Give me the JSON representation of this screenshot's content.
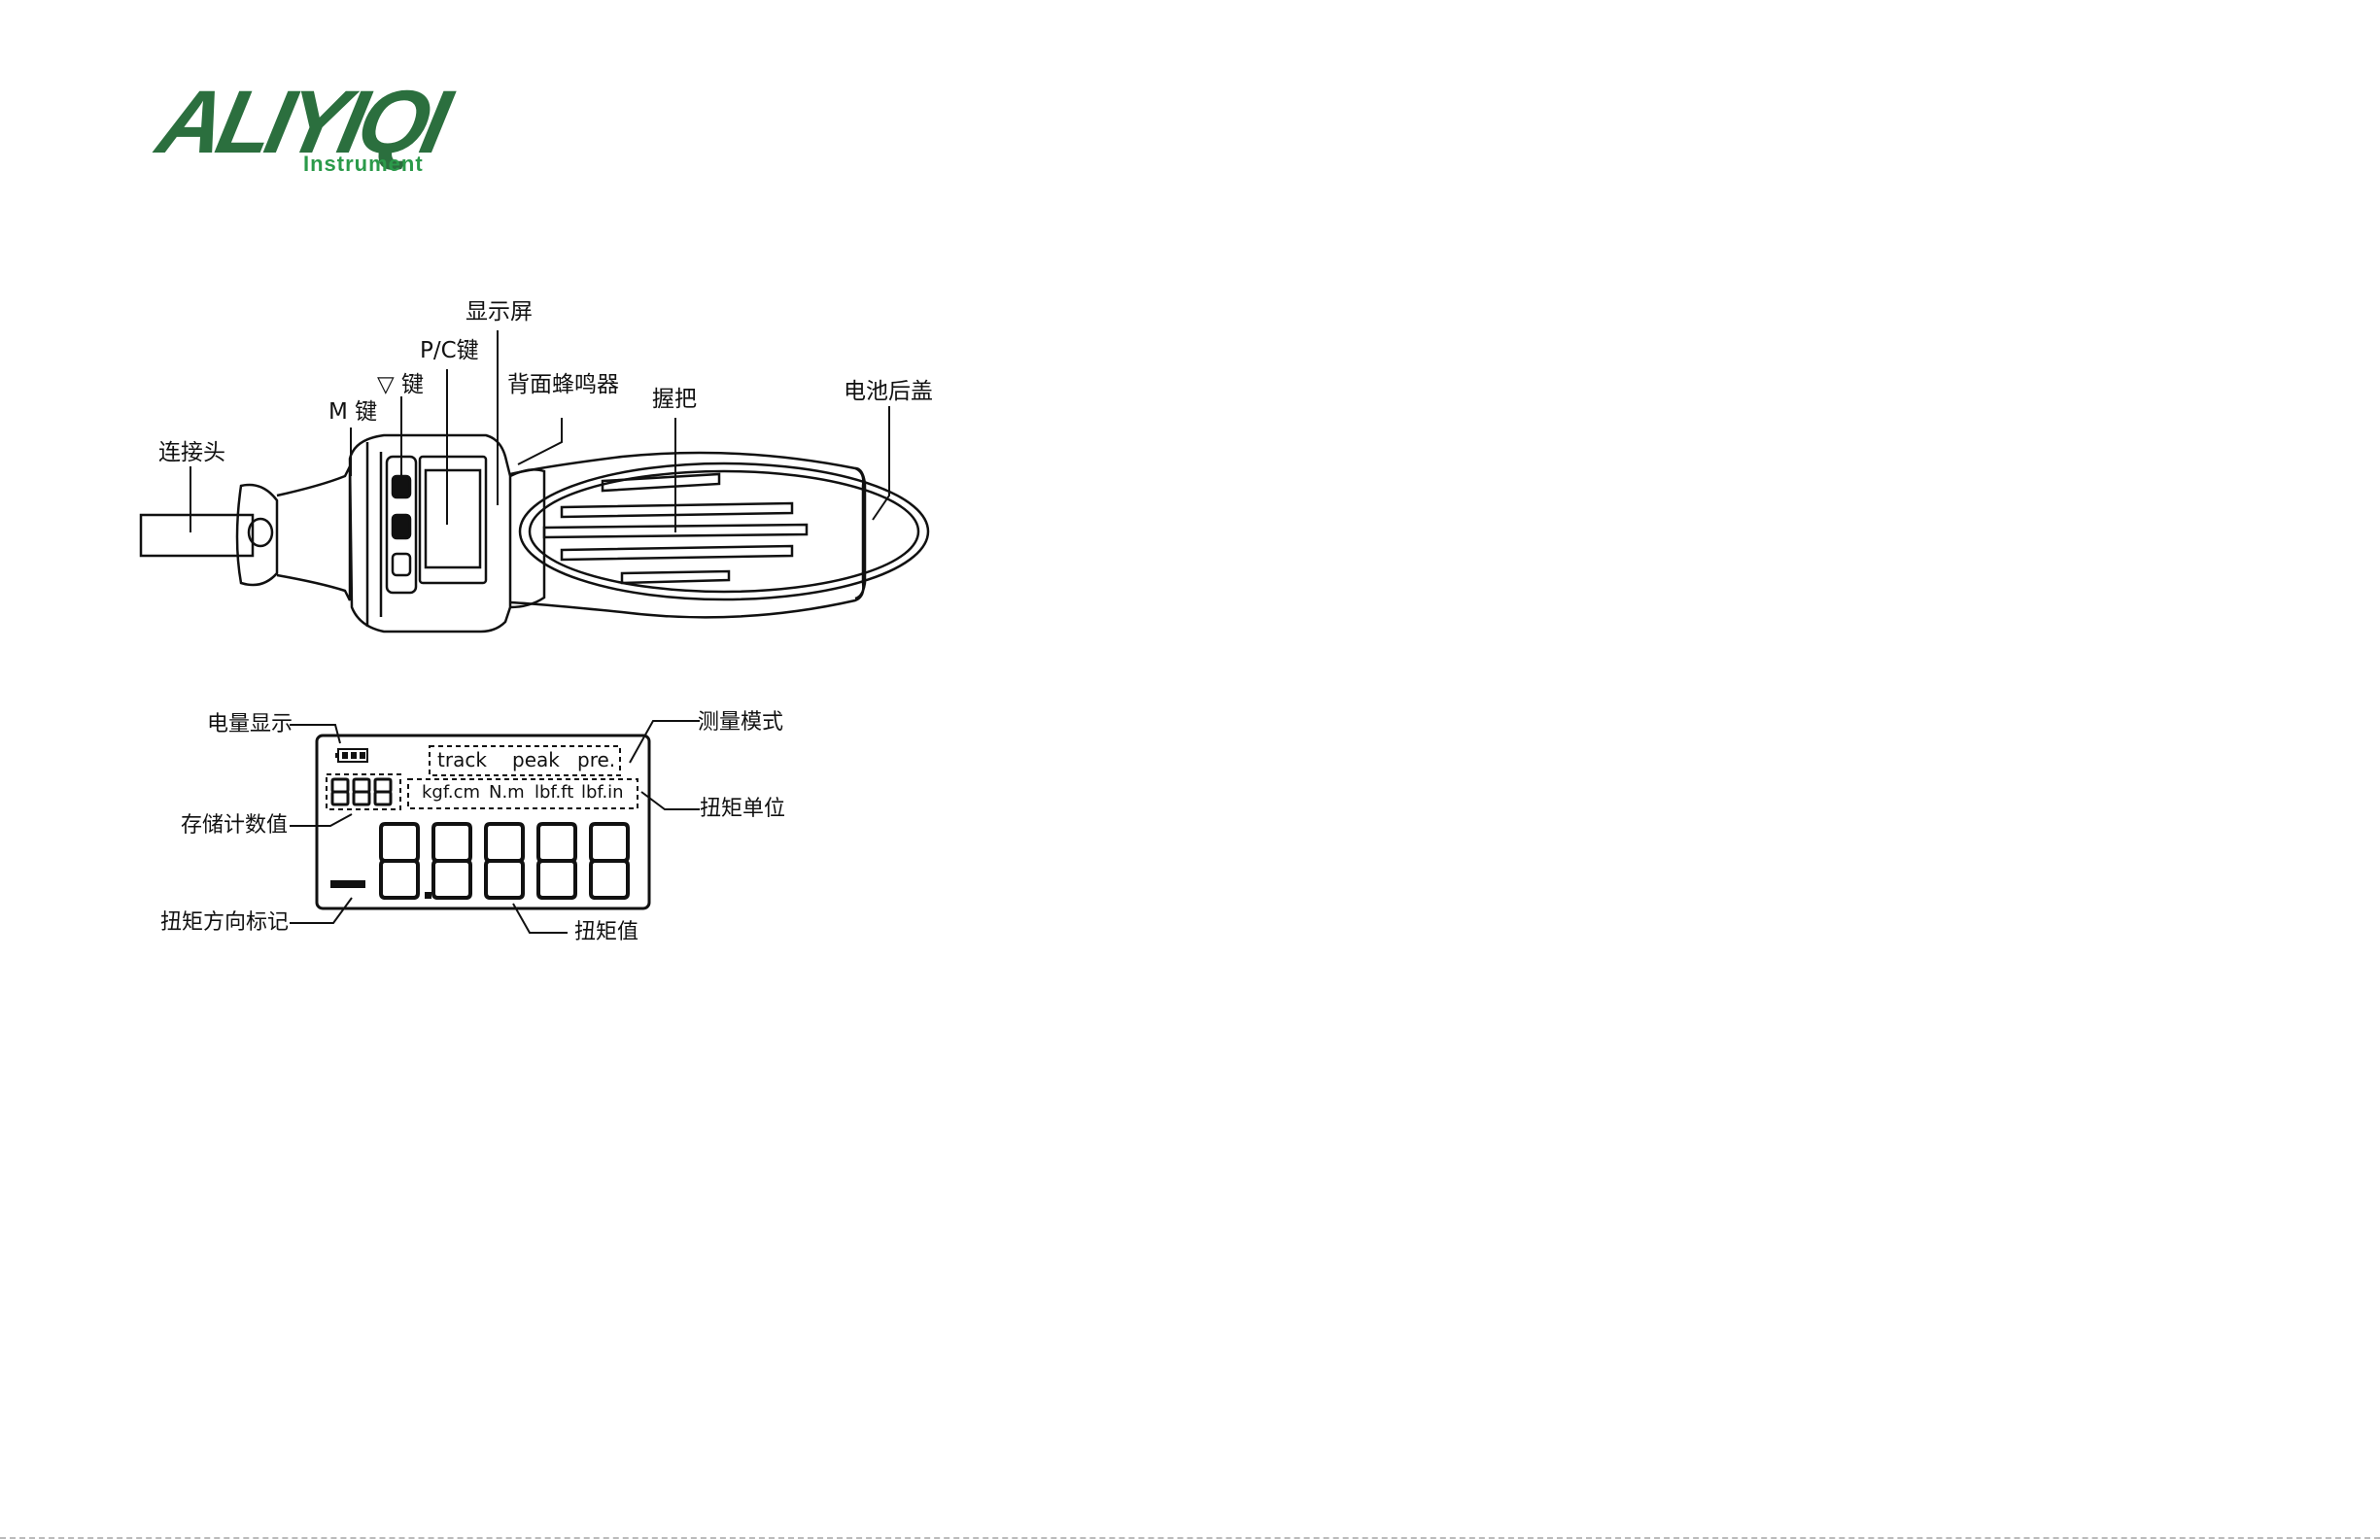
{
  "logo": {
    "brand": "ALIYIQI",
    "sub": "Instrument",
    "color": "#2b6f3e",
    "accent": "#2b9a4a"
  },
  "device_labels": {
    "connector": "连接头",
    "m_key": "M 键",
    "down_key": "▽ 键",
    "pc_key": "P/C键",
    "display": "显示屏",
    "buzzer": "背面蜂鸣器",
    "grip": "握把",
    "battery_cover": "电池后盖"
  },
  "lcd_labels": {
    "battery": "电量显示",
    "count": "存储计数值",
    "direction": "扭矩方向标记",
    "value": "扭矩值",
    "mode": "测量模式",
    "unit": "扭矩单位"
  },
  "lcd_screen": {
    "modes": [
      "track",
      "peak",
      "pre."
    ],
    "units": [
      "kgf.cm",
      "N.m",
      "lbf.ft",
      "lbf.in"
    ],
    "counter": "888",
    "reading": "8.8888",
    "sign": "—"
  }
}
